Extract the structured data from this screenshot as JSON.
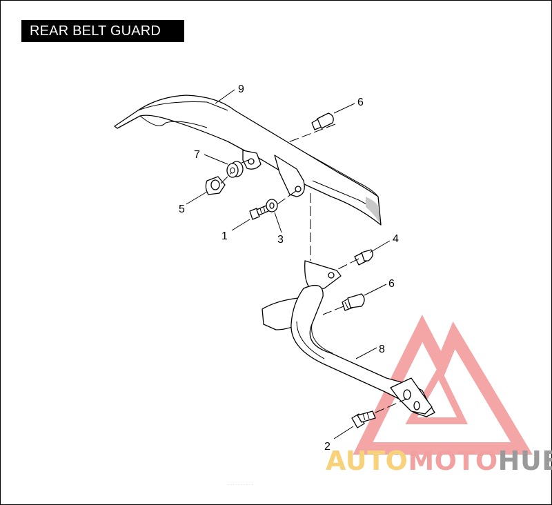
{
  "title": "REAR BELT GUARD",
  "callouts": [
    "9",
    "6",
    "7",
    "5",
    "1",
    "3",
    "4",
    "6",
    "8",
    "2"
  ],
  "watermark": {
    "part1": "AUTO",
    "part2": "MOTO",
    "part3": "HUB",
    "colors": {
      "auto": "#f7d27a",
      "moto": "#f2a0a0",
      "hub": "#9a9a9a",
      "logo": "#f08080"
    }
  },
  "footer_text": "· · · · ·  ·  · ·  ·  ·"
}
